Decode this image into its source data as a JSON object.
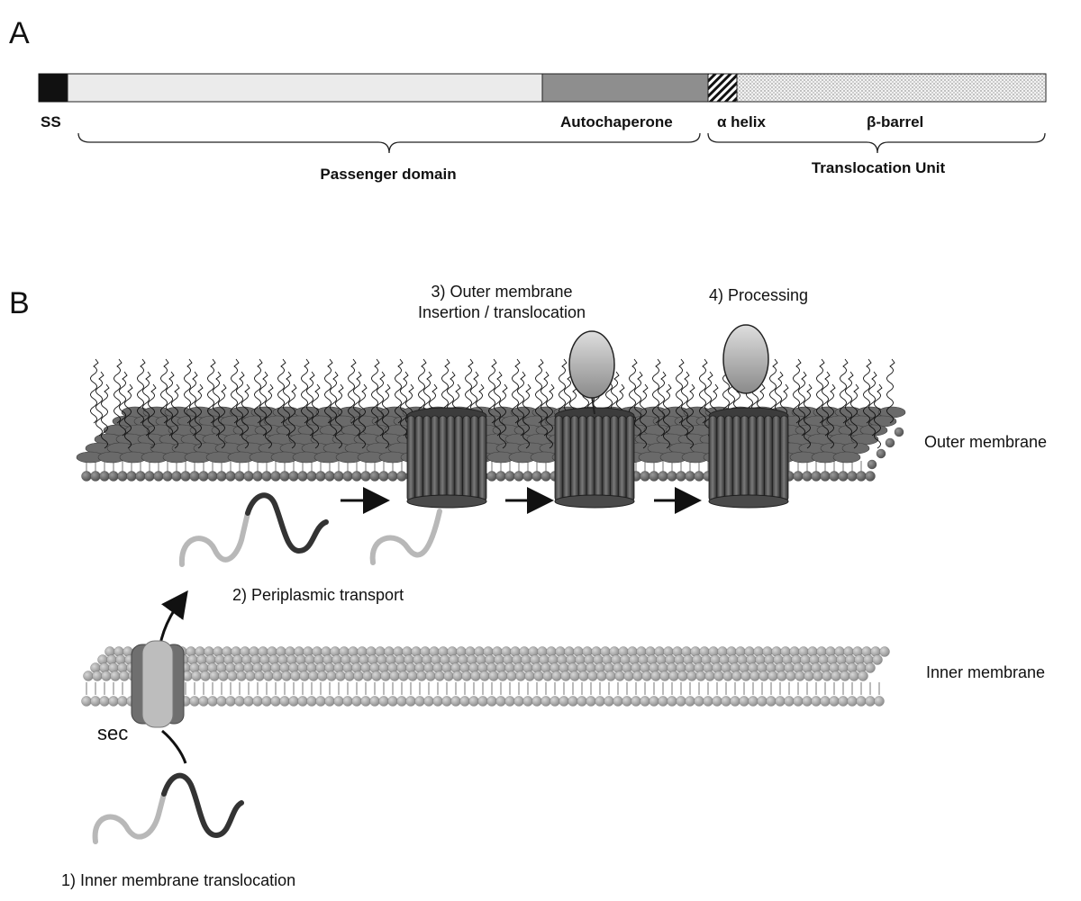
{
  "panel_a": {
    "letter": "A",
    "labels": {
      "ss": "SS",
      "autochaperone": "Autochaperone",
      "alpha_helix": "α helix",
      "beta_barrel": "β-barrel",
      "passenger_domain": "Passenger domain",
      "translocation_unit": "Translocation Unit"
    }
  },
  "panel_b": {
    "letter": "B",
    "steps": {
      "step1": "1) Inner membrane translocation",
      "step2": "2) Periplasmic transport",
      "step3_line1": "3) Outer membrane",
      "step3_line2": "Insertion / translocation",
      "step4": "4) Processing"
    },
    "membranes": {
      "outer": "Outer membrane",
      "inner": "Inner membrane"
    },
    "sec_label": "sec"
  }
}
